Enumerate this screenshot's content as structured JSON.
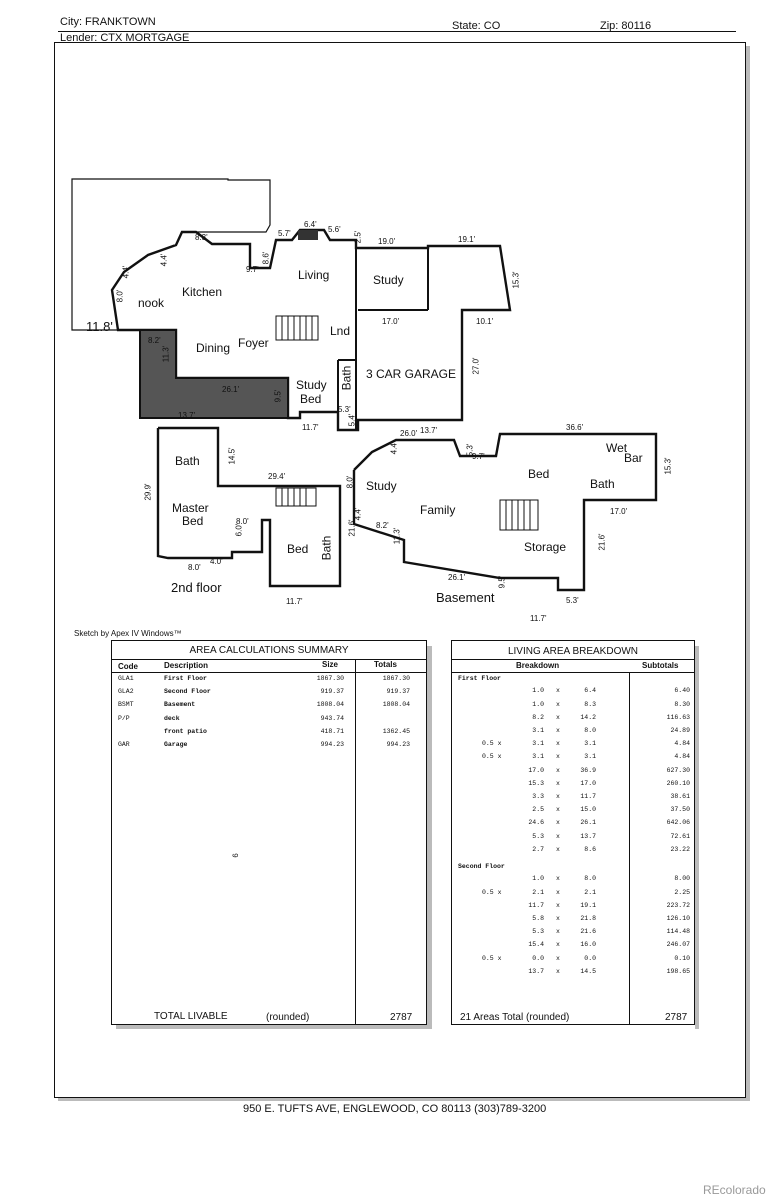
{
  "header": {
    "city_label": "City: FRANKTOWN",
    "lender_label": "Lender: CTX MORTGAGE",
    "state_label": "State: CO",
    "zip_label": "Zip: 80116"
  },
  "sketch": {
    "first_floor": {
      "rooms": [
        "nook",
        "Kitchen",
        "Living",
        "Study",
        "Dining",
        "Foyer",
        "Lnd",
        "3 CAR GARAGE",
        "Study",
        "Bed",
        "Bath"
      ],
      "dims": [
        "8.3'",
        "4.4'",
        "4.4'",
        "8.0'",
        "11.8'",
        "5.7'",
        "6.4'",
        "5.6'",
        "2.5'",
        "19.0'",
        "19.1'",
        "8.6'",
        "9.7'",
        "15.3'",
        "17.0'",
        "10.1'",
        "27.0'",
        "8.2'",
        "11.3'",
        "26.1'",
        "9.5'",
        "13.7'",
        "11.7'",
        "5.3'",
        "5.4'"
      ]
    },
    "second_floor": {
      "rooms": [
        "Bath",
        "Master",
        "Bed",
        "Bed",
        "Bath",
        "2nd floor"
      ],
      "dims": [
        "14.5'",
        "29.4'",
        "29.9'",
        "8.0'",
        "6.0'",
        "8.0'",
        "4.0'",
        "11.7'"
      ]
    },
    "basement": {
      "rooms": [
        "Study",
        "Family",
        "Bed",
        "Wet",
        "Bar",
        "Bath",
        "Storage",
        "Basement"
      ],
      "dims": [
        "4.4'",
        "26.0'",
        "13.7'",
        "5.3'",
        "9.7'",
        "36.6'",
        "15.3'",
        "8.0'",
        "21.6'",
        "4.4'",
        "8.2'",
        "11.3'",
        "17.0'",
        "21.6'",
        "26.1'",
        "9.5'",
        "5.3'",
        "11.7'"
      ]
    },
    "credit": "Sketch by Apex IV Windows™"
  },
  "area_summary": {
    "title": "AREA CALCULATIONS SUMMARY",
    "headers": [
      "Code",
      "Description",
      "Size",
      "Totals"
    ],
    "rows": [
      [
        "GLA1",
        "First Floor",
        "1867.30",
        "1867.30"
      ],
      [
        "GLA2",
        "Second Floor",
        "919.37",
        "919.37"
      ],
      [
        "BSMT",
        "Basement",
        "1808.04",
        "1808.04"
      ],
      [
        "P/P",
        "deck",
        "943.74",
        ""
      ],
      [
        "",
        "front patio",
        "418.71",
        "1362.45"
      ],
      [
        "GAR",
        "Garage",
        "994.23",
        "994.23"
      ]
    ],
    "total_label": "TOTAL LIVABLE",
    "total_rounded": "(rounded)",
    "total_value": "2787",
    "stray_mark": "6"
  },
  "living_breakdown": {
    "title": "LIVING AREA BREAKDOWN",
    "headers": [
      "Breakdown",
      "Subtotals"
    ],
    "sections": [
      {
        "name": "First Floor",
        "rows": [
          [
            "",
            "1.0",
            "x",
            "6.4",
            "6.40"
          ],
          [
            "",
            "1.0",
            "x",
            "8.3",
            "8.30"
          ],
          [
            "",
            "8.2",
            "x",
            "14.2",
            "116.63"
          ],
          [
            "",
            "3.1",
            "x",
            "8.0",
            "24.89"
          ],
          [
            "0.5 x",
            "3.1",
            "x",
            "3.1",
            "4.84"
          ],
          [
            "0.5 x",
            "3.1",
            "x",
            "3.1",
            "4.84"
          ],
          [
            "",
            "17.0",
            "x",
            "36.9",
            "627.30"
          ],
          [
            "",
            "15.3",
            "x",
            "17.0",
            "260.10"
          ],
          [
            "",
            "3.3",
            "x",
            "11.7",
            "38.61"
          ],
          [
            "",
            "2.5",
            "x",
            "15.0",
            "37.50"
          ],
          [
            "",
            "24.6",
            "x",
            "26.1",
            "642.06"
          ],
          [
            "",
            "5.3",
            "x",
            "13.7",
            "72.61"
          ],
          [
            "",
            "2.7",
            "x",
            "8.6",
            "23.22"
          ]
        ]
      },
      {
        "name": "Second Floor",
        "rows": [
          [
            "",
            "1.0",
            "x",
            "8.0",
            "8.00"
          ],
          [
            "0.5 x",
            "2.1",
            "x",
            "2.1",
            "2.25"
          ],
          [
            "",
            "11.7",
            "x",
            "19.1",
            "223.72"
          ],
          [
            "",
            "5.8",
            "x",
            "21.8",
            "126.10"
          ],
          [
            "",
            "5.3",
            "x",
            "21.6",
            "114.48"
          ],
          [
            "",
            "15.4",
            "x",
            "16.0",
            "246.07"
          ],
          [
            "0.5 x",
            "0.0",
            "x",
            "0.0",
            "0.10"
          ],
          [
            "",
            "13.7",
            "x",
            "14.5",
            "198.65"
          ]
        ]
      }
    ],
    "total_label": "21 Areas Total (rounded)",
    "total_value": "2787"
  },
  "footer": {
    "address": "950 E. TUFTS AVE, ENGLEWOOD, CO 80113  (303)789-3200",
    "watermark": "REcolorado"
  }
}
